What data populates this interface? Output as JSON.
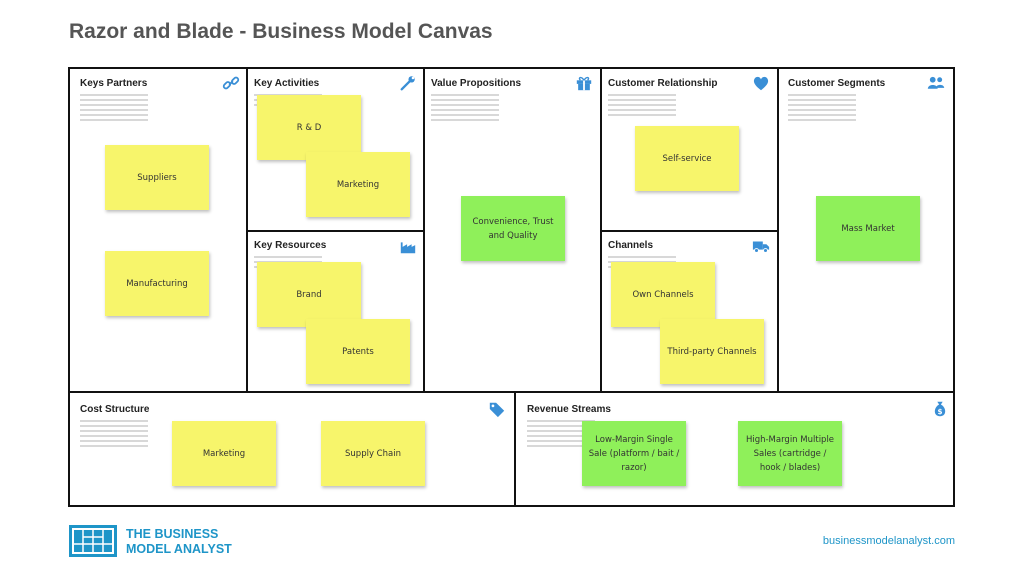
{
  "title": "Razor and Blade - Business Model Canvas",
  "colors": {
    "accent": "#3a8fd6",
    "yellow_note": "#f7f56b",
    "green_note": "#8ff05a",
    "brand": "#1e95c8"
  },
  "blocks": {
    "key_partners": {
      "title": "Keys Partners",
      "icon": "link-icon",
      "notes": [
        "Suppliers",
        "Manufacturing"
      ]
    },
    "key_activities": {
      "title": "Key Activities",
      "icon": "wrench-icon",
      "notes": [
        "R & D",
        "Marketing"
      ]
    },
    "key_resources": {
      "title": "Key Resources",
      "icon": "factory-icon",
      "notes": [
        "Brand",
        "Patents"
      ]
    },
    "value_propositions": {
      "title": "Value Propositions",
      "icon": "gift-icon",
      "notes": [
        "Convenience, Trust and Quality"
      ]
    },
    "customer_relationship": {
      "title": "Customer Relationship",
      "icon": "heart-icon",
      "notes": [
        "Self-service"
      ]
    },
    "channels": {
      "title": "Channels",
      "icon": "truck-icon",
      "notes": [
        "Own Channels",
        "Third-party Channels"
      ]
    },
    "customer_segments": {
      "title": "Customer Segments",
      "icon": "users-icon",
      "notes": [
        "Mass Market"
      ]
    },
    "cost_structure": {
      "title": "Cost Structure",
      "icon": "tag-icon",
      "notes": [
        "Marketing",
        "Supply Chain"
      ]
    },
    "revenue_streams": {
      "title": "Revenue Streams",
      "icon": "money-bag-icon",
      "notes": [
        "Low-Margin Single Sale (platform / bait / razor)",
        "High-Margin Multiple Sales (cartridge / hook / blades)"
      ]
    }
  },
  "footer": {
    "logo_line1": "THE BUSINESS",
    "logo_line2": "MODEL ANALYST",
    "website": "businessmodelanalyst.com"
  }
}
